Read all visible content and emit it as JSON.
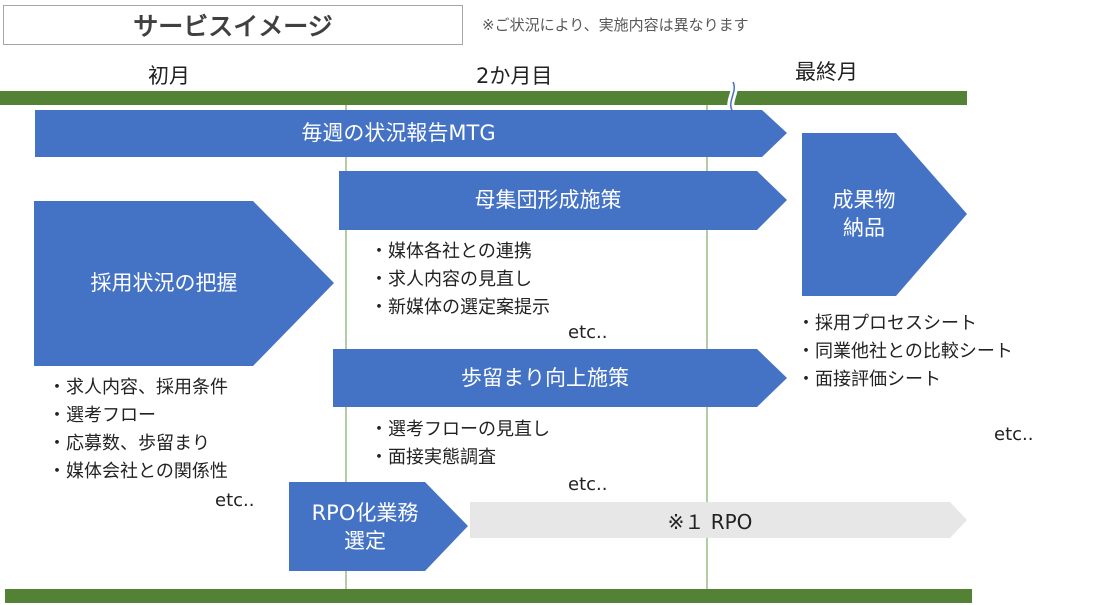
{
  "title": "サービスイメージ",
  "note": "※ご状況により、実施内容は異なります",
  "phases": {
    "first": "初月",
    "second": "2か月目",
    "last": "最終月"
  },
  "weekly": {
    "label": "毎週の状況報告MTG"
  },
  "grasp": {
    "label": "採用状況の把握",
    "items": [
      "・求人内容、採用条件",
      "・選考フロー",
      "・応募数、歩留まり",
      "・媒体会社との関係性"
    ],
    "etc": "etc.."
  },
  "population": {
    "label": "母集団形成施策",
    "items": [
      "・媒体各社との連携",
      "・求人内容の見直し",
      "・新媒体の選定案提示"
    ],
    "etc": "etc.."
  },
  "yield": {
    "label": "歩留まり向上施策",
    "items": [
      "・選考フローの見直し",
      "・面接実態調査"
    ],
    "etc": "etc.."
  },
  "rpo": {
    "label_line1": "RPO化業務",
    "label_line2": "選定",
    "banner": "※１ RPO"
  },
  "deliverable": {
    "label_line1": "成果物",
    "label_line2": "納品",
    "items": [
      "・採用プロセスシート",
      "・同業他社との比較シート",
      "・面接評価シート"
    ],
    "etc": "etc.."
  },
  "colors": {
    "accent_blue": "#4472c4",
    "band_green": "#548235",
    "grid_line": "#6a9a4a",
    "banner_gray": "#e7e7e7"
  }
}
